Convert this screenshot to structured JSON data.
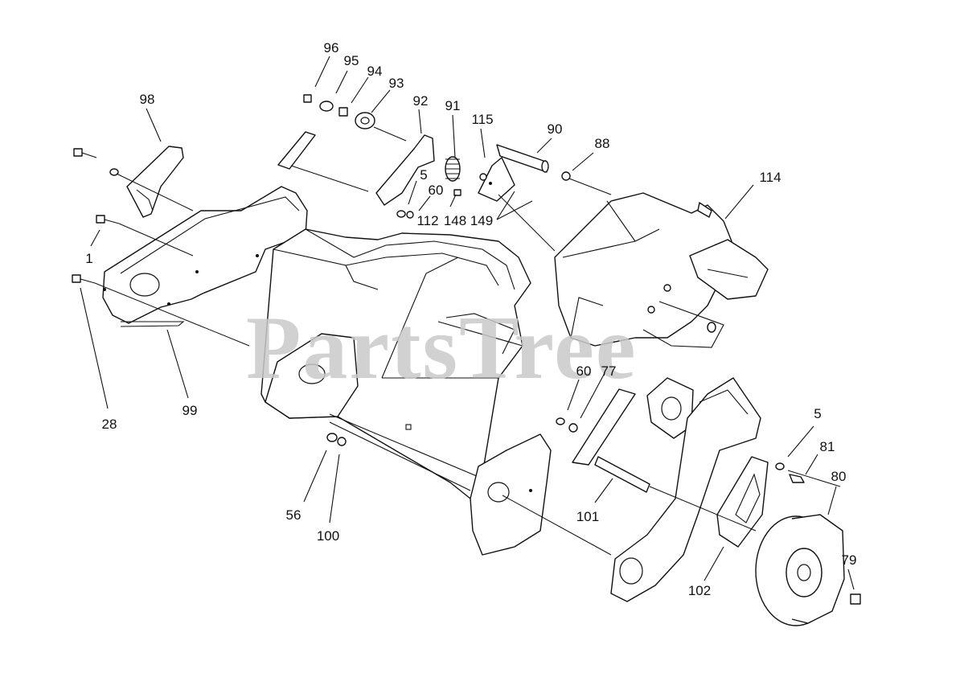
{
  "watermark": "PartsTree",
  "callouts": [
    {
      "id": "96",
      "label": "96"
    },
    {
      "id": "95",
      "label": "95"
    },
    {
      "id": "94",
      "label": "94"
    },
    {
      "id": "93",
      "label": "93"
    },
    {
      "id": "92",
      "label": "92"
    },
    {
      "id": "91",
      "label": "91"
    },
    {
      "id": "115",
      "label": "115"
    },
    {
      "id": "90",
      "label": "90"
    },
    {
      "id": "88",
      "label": "88"
    },
    {
      "id": "114",
      "label": "114"
    },
    {
      "id": "98",
      "label": "98"
    },
    {
      "id": "5a",
      "label": "5"
    },
    {
      "id": "60a",
      "label": "60"
    },
    {
      "id": "112",
      "label": "112"
    },
    {
      "id": "148",
      "label": "148"
    },
    {
      "id": "149",
      "label": "149"
    },
    {
      "id": "1",
      "label": "1"
    },
    {
      "id": "99",
      "label": "99"
    },
    {
      "id": "28",
      "label": "28"
    },
    {
      "id": "60b",
      "label": "60"
    },
    {
      "id": "77",
      "label": "77"
    },
    {
      "id": "5b",
      "label": "5"
    },
    {
      "id": "81",
      "label": "81"
    },
    {
      "id": "80",
      "label": "80"
    },
    {
      "id": "56",
      "label": "56"
    },
    {
      "id": "100",
      "label": "100"
    },
    {
      "id": "101",
      "label": "101"
    },
    {
      "id": "79",
      "label": "79"
    },
    {
      "id": "102",
      "label": "102"
    }
  ]
}
